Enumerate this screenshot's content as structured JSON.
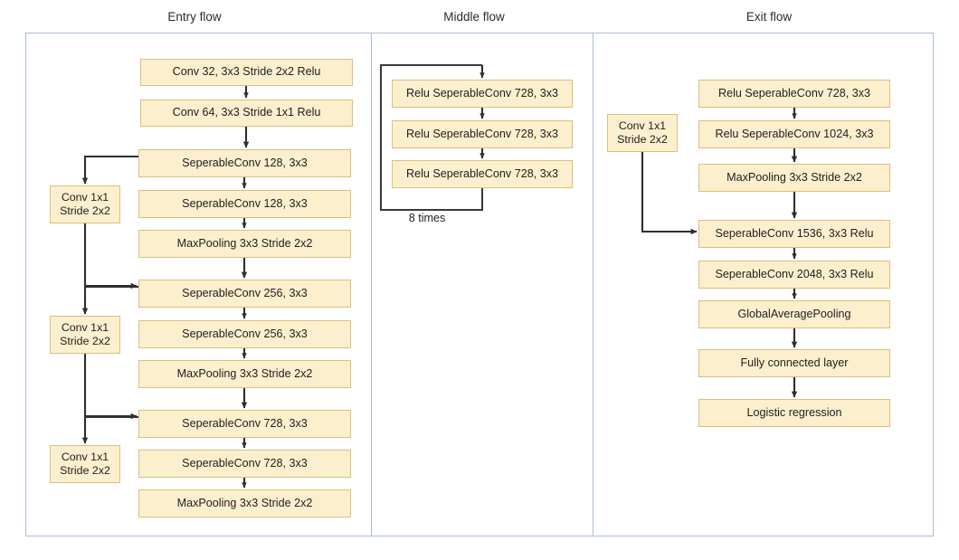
{
  "diagram": {
    "title_entry": "Entry flow",
    "title_middle": "Middle flow",
    "title_exit": "Exit flow",
    "loop_label": "8 times",
    "colors": {
      "node_fill": "#fcefcd",
      "node_border": "#d9c07e",
      "panel_border": "#a9bcd6",
      "arrow": "#2f2f2f",
      "text": "#1f1f1f",
      "background": "#ffffff"
    }
  },
  "entry_flow": {
    "main_nodes": [
      {
        "label": "Conv 32, 3x3 Stride 2x2 Relu"
      },
      {
        "label": "Conv 64, 3x3 Stride 1x1 Relu"
      },
      {
        "label": "SeperableConv 128, 3x3"
      },
      {
        "label": "SeperableConv 128, 3x3"
      },
      {
        "label": "MaxPooling 3x3 Stride 2x2"
      },
      {
        "label": "SeperableConv 256, 3x3"
      },
      {
        "label": "SeperableConv 256, 3x3"
      },
      {
        "label": "MaxPooling 3x3 Stride 2x2"
      },
      {
        "label": "SeperableConv 728, 3x3"
      },
      {
        "label": "SeperableConv 728, 3x3"
      },
      {
        "label": "MaxPooling 3x3 Stride 2x2"
      }
    ],
    "skip_nodes": [
      {
        "line1": "Conv 1x1",
        "line2": "Stride 2x2"
      },
      {
        "line1": "Conv 1x1",
        "line2": "Stride 2x2"
      },
      {
        "line1": "Conv 1x1",
        "line2": "Stride 2x2"
      }
    ]
  },
  "middle_flow": {
    "nodes": [
      {
        "label": "Relu SeperableConv 728, 3x3"
      },
      {
        "label": "Relu SeperableConv 728, 3x3"
      },
      {
        "label": "Relu SeperableConv 728, 3x3"
      }
    ],
    "repeat": "8 times"
  },
  "exit_flow": {
    "skip_node": {
      "line1": "Conv 1x1",
      "line2": "Stride 2x2"
    },
    "nodes": [
      {
        "label": "Relu SeperableConv 728, 3x3"
      },
      {
        "label": "Relu SeperableConv 1024, 3x3"
      },
      {
        "label": "MaxPooling 3x3 Stride 2x2"
      },
      {
        "label": "SeperableConv 1536, 3x3 Relu"
      },
      {
        "label": "SeperableConv 2048, 3x3 Relu"
      },
      {
        "label": "GlobalAveragePooling"
      },
      {
        "label": "Fully connected layer"
      },
      {
        "label": "Logistic regression"
      }
    ]
  }
}
